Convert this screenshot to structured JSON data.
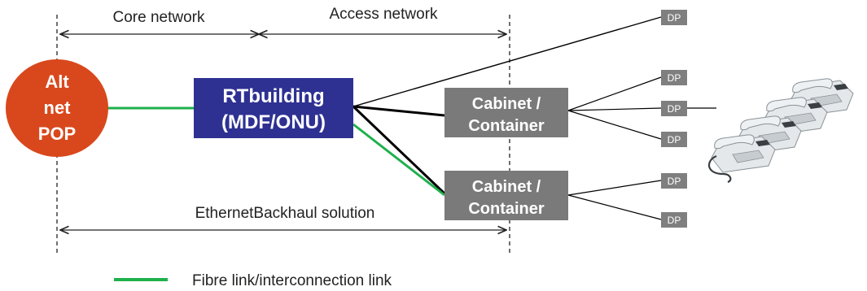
{
  "spans": {
    "core": "Core network",
    "access": "Access network",
    "backhaul": "EthernetBackhaul solution"
  },
  "pop": {
    "line1": "Alt",
    "line2": "net",
    "line3": "POP"
  },
  "rt": {
    "line1": "RTbuilding",
    "line2": "(MDF/ONU)"
  },
  "cabinet1": {
    "line1": "Cabinet /",
    "line2": "Container"
  },
  "cabinet2": {
    "line1": "Cabinet /",
    "line2": "Container"
  },
  "dp_label": "DP",
  "dps": [
    "DP",
    "DP",
    "DP",
    "DP",
    "DP",
    "DP"
  ],
  "legend": {
    "label": "Fibre link/interconnection link"
  },
  "colors": {
    "pop": "#d9481c",
    "rt": "#2e3192",
    "cabinet": "#7a7a7a",
    "dp": "#7f7f7f",
    "fibre": "#1fb04c",
    "copper": "#000000",
    "phone": "#d8dde0"
  },
  "icons": [
    "telephone-icon"
  ]
}
